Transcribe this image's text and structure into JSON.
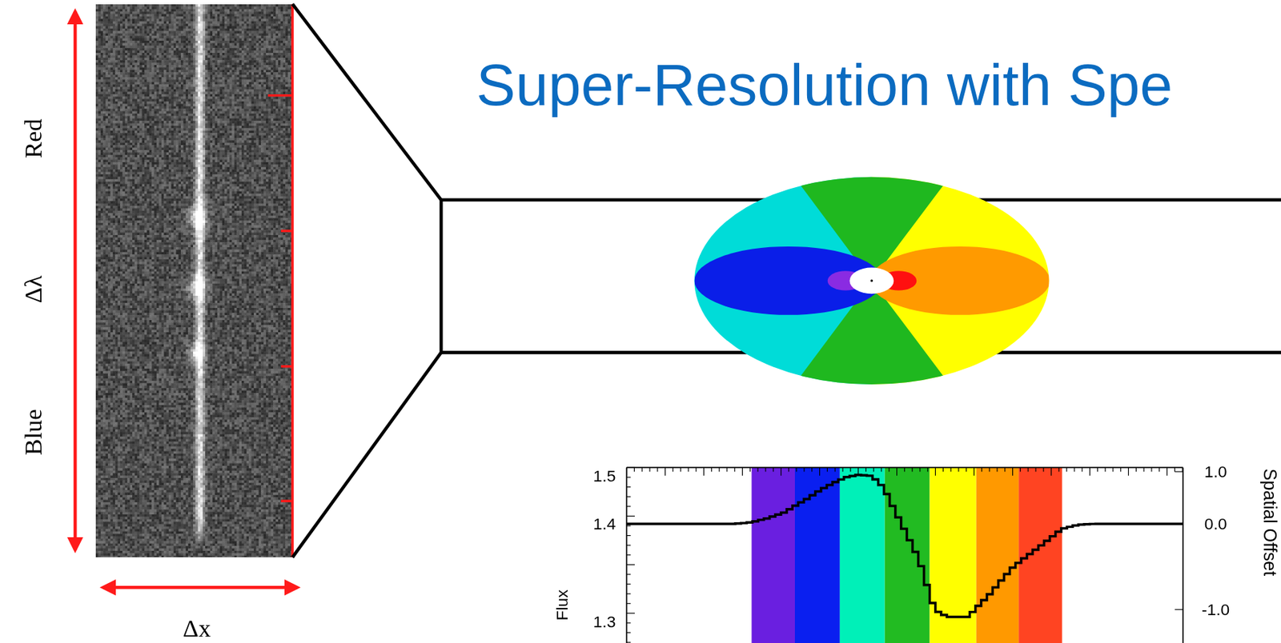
{
  "diagram": {
    "title": "Super-Resolution with Spe",
    "labels": [
      "Red",
      "Δλ",
      "Blue",
      "Δx",
      "1.5",
      "1.4",
      "1.3",
      "Flux",
      "1.0",
      "0.0",
      "-1.0",
      "Spatial Offset"
    ]
  }
}
